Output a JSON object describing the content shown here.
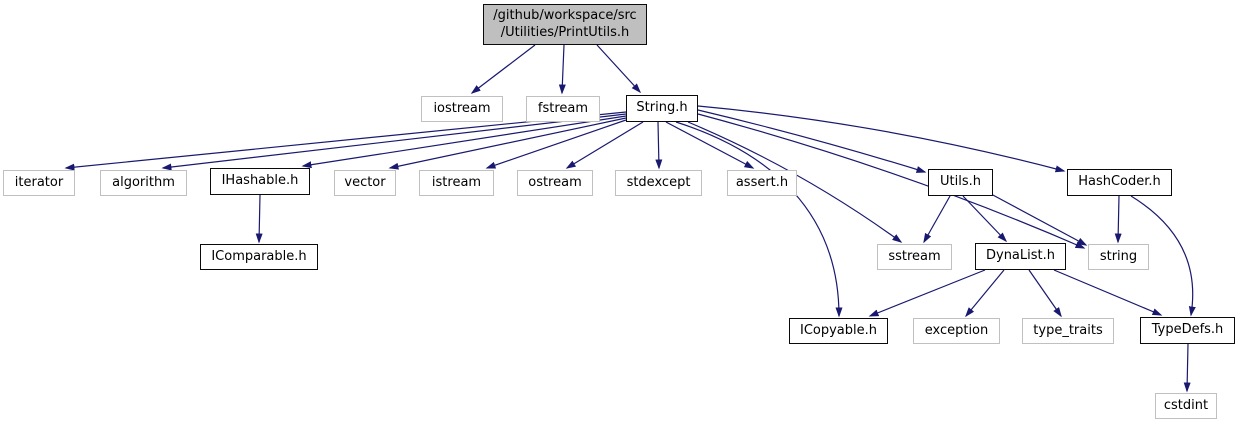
{
  "diagram": {
    "kind": "include-dependency-graph",
    "colors": {
      "edge": "#191970",
      "main_fill": "#bfbfbf",
      "internal_border": "#0a0a0a",
      "external_border": "#c0c0c0",
      "text": "#000000",
      "background": "#ffffff"
    },
    "nodes": [
      {
        "id": "main",
        "label": "/github/workspace/src\n/Utilities/PrintUtils.h",
        "kind": "main"
      },
      {
        "id": "iostream",
        "label": "iostream",
        "kind": "external"
      },
      {
        "id": "fstream",
        "label": "fstream",
        "kind": "external"
      },
      {
        "id": "string_h",
        "label": "String.h",
        "kind": "internal"
      },
      {
        "id": "iterator",
        "label": "iterator",
        "kind": "external"
      },
      {
        "id": "algorithm",
        "label": "algorithm",
        "kind": "external"
      },
      {
        "id": "ihashable",
        "label": "IHashable.h",
        "kind": "internal"
      },
      {
        "id": "vector",
        "label": "vector",
        "kind": "external"
      },
      {
        "id": "istream",
        "label": "istream",
        "kind": "external"
      },
      {
        "id": "ostream",
        "label": "ostream",
        "kind": "external"
      },
      {
        "id": "stdexcept",
        "label": "stdexcept",
        "kind": "external"
      },
      {
        "id": "assert_h",
        "label": "assert.h",
        "kind": "external"
      },
      {
        "id": "utils",
        "label": "Utils.h",
        "kind": "internal"
      },
      {
        "id": "hashcoder",
        "label": "HashCoder.h",
        "kind": "internal"
      },
      {
        "id": "icomparable",
        "label": "IComparable.h",
        "kind": "internal"
      },
      {
        "id": "sstream",
        "label": "sstream",
        "kind": "external"
      },
      {
        "id": "dynalist",
        "label": "DynaList.h",
        "kind": "internal"
      },
      {
        "id": "string",
        "label": "string",
        "kind": "external"
      },
      {
        "id": "icopyable",
        "label": "ICopyable.h",
        "kind": "internal"
      },
      {
        "id": "exception",
        "label": "exception",
        "kind": "external"
      },
      {
        "id": "type_traits",
        "label": "type_traits",
        "kind": "external"
      },
      {
        "id": "typedefs",
        "label": "TypeDefs.h",
        "kind": "internal"
      },
      {
        "id": "cstdint",
        "label": "cstdint",
        "kind": "external"
      }
    ],
    "edges": [
      {
        "from": "main",
        "to": "iostream"
      },
      {
        "from": "main",
        "to": "fstream"
      },
      {
        "from": "main",
        "to": "string_h"
      },
      {
        "from": "string_h",
        "to": "iterator"
      },
      {
        "from": "string_h",
        "to": "algorithm"
      },
      {
        "from": "string_h",
        "to": "ihashable"
      },
      {
        "from": "string_h",
        "to": "vector"
      },
      {
        "from": "string_h",
        "to": "istream"
      },
      {
        "from": "string_h",
        "to": "ostream"
      },
      {
        "from": "string_h",
        "to": "stdexcept"
      },
      {
        "from": "string_h",
        "to": "assert_h"
      },
      {
        "from": "string_h",
        "to": "utils"
      },
      {
        "from": "string_h",
        "to": "hashcoder"
      },
      {
        "from": "string_h",
        "to": "string"
      },
      {
        "from": "string_h",
        "to": "sstream"
      },
      {
        "from": "string_h",
        "to": "icopyable"
      },
      {
        "from": "ihashable",
        "to": "icomparable"
      },
      {
        "from": "utils",
        "to": "sstream"
      },
      {
        "from": "utils",
        "to": "dynalist"
      },
      {
        "from": "utils",
        "to": "string"
      },
      {
        "from": "hashcoder",
        "to": "string"
      },
      {
        "from": "hashcoder",
        "to": "typedefs"
      },
      {
        "from": "dynalist",
        "to": "icopyable"
      },
      {
        "from": "dynalist",
        "to": "exception"
      },
      {
        "from": "dynalist",
        "to": "type_traits"
      },
      {
        "from": "dynalist",
        "to": "typedefs"
      },
      {
        "from": "typedefs",
        "to": "cstdint"
      }
    ]
  }
}
